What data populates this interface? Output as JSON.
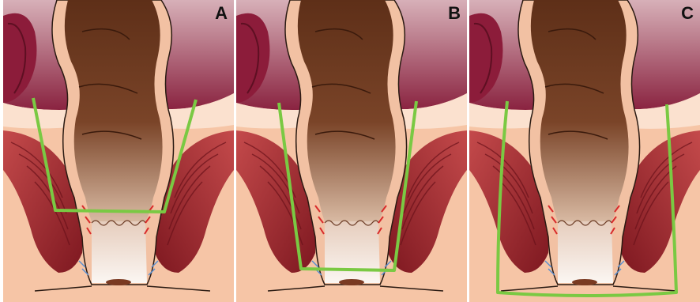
{
  "panels": [
    {
      "label": "A"
    },
    {
      "label": "B"
    },
    {
      "label": "C"
    }
  ],
  "colors": {
    "skin": "#f6c5a6",
    "skin_light": "#fbe1cf",
    "peritoneum_top": "#d3a6ae",
    "peritoneum_bottom": "#8a2340",
    "bowel_wall": "#f2c1a3",
    "stool": "#6d3a1f",
    "muscle_dark": "#8c1c24",
    "muscle_light": "#c0474a",
    "margin_line": "#7ac943",
    "canal_light": "#f4ece6"
  }
}
